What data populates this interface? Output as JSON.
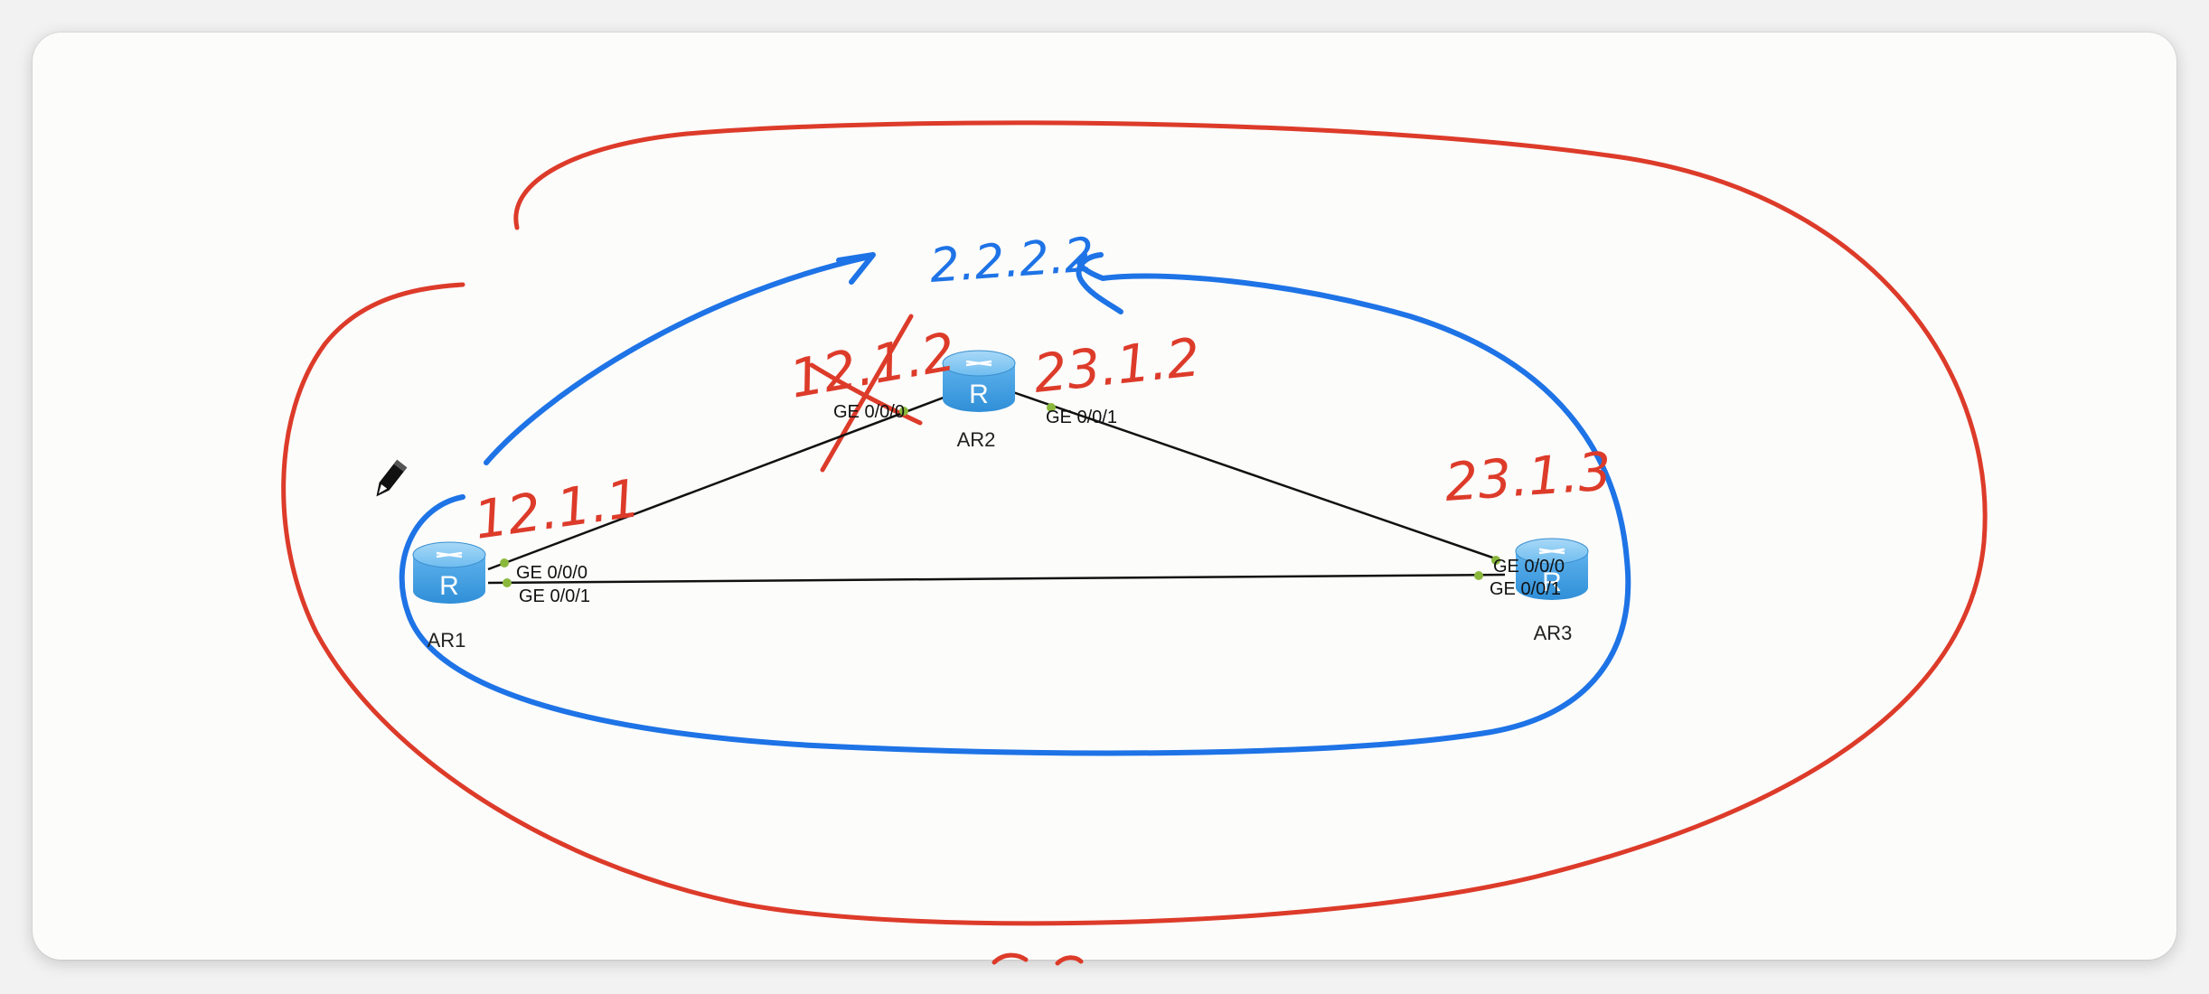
{
  "routers": [
    {
      "id": "AR1",
      "name": "AR1",
      "glyph": "R"
    },
    {
      "id": "AR2",
      "name": "AR2",
      "glyph": "R"
    },
    {
      "id": "AR3",
      "name": "AR3",
      "glyph": "R"
    }
  ],
  "links": [
    {
      "from": "AR1",
      "to": "AR2",
      "from_port": "GE 0/0/0",
      "to_port": "GE 0/0/0"
    },
    {
      "from": "AR2",
      "to": "AR3",
      "from_port": "GE 0/0/1",
      "to_port": "GE 0/0/0"
    },
    {
      "from": "AR1",
      "to": "AR3",
      "from_port": "GE 0/0/1",
      "to_port": "GE 0/0/1"
    }
  ],
  "annotations": {
    "ar1_addr": "12.1.1",
    "ar2_left_addr": "12.1.2",
    "ar2_right_addr": "23.1.2",
    "ar3_addr": "23.1.3",
    "top_label": "2.2.2.2"
  },
  "colors": {
    "red_ink": "#dd3b2a",
    "blue_ink": "#1e73e6",
    "router_body": "#4ea6e2",
    "link_line": "#111111",
    "port_dot": "#8ab83c"
  },
  "icons": {
    "pen_cursor": "pen-cursor-icon",
    "router": "router-icon"
  }
}
